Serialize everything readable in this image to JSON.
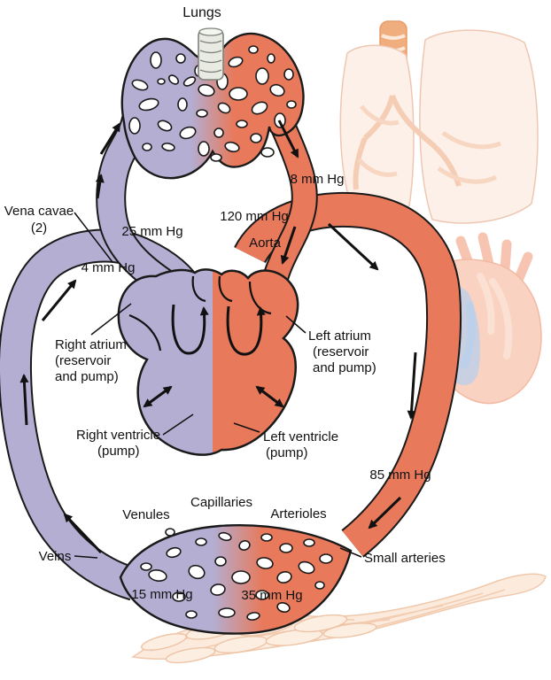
{
  "figure": {
    "title": "Lungs",
    "labels": {
      "lungs": "Lungs",
      "vena_cavae_1": "Vena cavae",
      "vena_cavae_2": "(2)",
      "aorta": "Aorta",
      "right_atrium_1": "Right atrium",
      "right_atrium_2": "(reservoir",
      "right_atrium_3": "and pump)",
      "left_atrium_1": "Left atrium",
      "left_atrium_2": "(reservoir",
      "left_atrium_3": "and pump)",
      "right_ventricle_1": "Right ventricle",
      "right_ventricle_2": "(pump)",
      "left_ventricle_1": "Left ventricle",
      "left_ventricle_2": "(pump)",
      "veins": "Veins",
      "venules": "Venules",
      "capillaries": "Capillaries",
      "arterioles": "Arterioles",
      "small_arteries": "Small arteries"
    },
    "pressures": {
      "pulmonary_vein": "8 mm Hg",
      "aorta": "120 mm Hg",
      "pulmonary_artery": "25 mm Hg",
      "vena_cava": "4 mm Hg",
      "descending_aorta": "85 mm Hg",
      "venules": "15 mm Hg",
      "arterioles": "35 mm Hg"
    },
    "colors": {
      "deoxygenated": "#b3aed2",
      "oxygenated": "#e8795a",
      "outline": "#1a1a1a"
    }
  }
}
